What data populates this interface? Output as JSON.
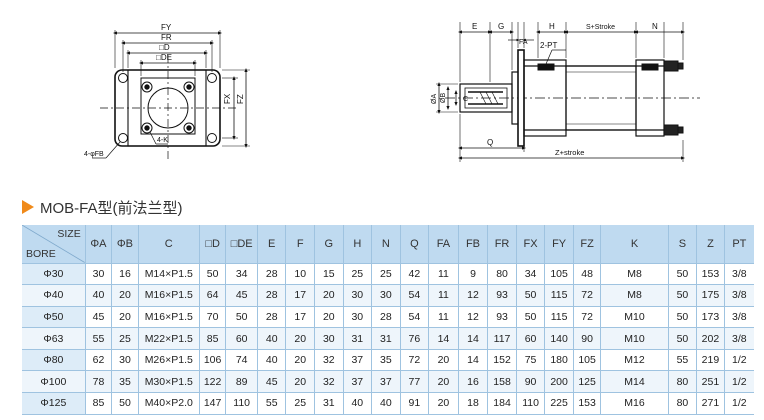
{
  "drawing": {
    "front_view": {
      "labels": {
        "fy": "FY",
        "fr": "FR",
        "d_sq": "□D",
        "de_sq": "□DE",
        "fx": "FX",
        "fz": "FZ",
        "fb_holes": "4-φFB",
        "k_threads": "4-K"
      }
    },
    "side_view": {
      "labels": {
        "e": "E",
        "g": "G",
        "h": "H",
        "s_stroke": "S+Stroke",
        "n": "N",
        "fa": "FA",
        "pt": "2-PT",
        "phi_a": "ØA",
        "phi_b": "ØB",
        "c": "C",
        "q": "Q",
        "z_stroke": "Z+stroke"
      }
    }
  },
  "section": {
    "title": "MOB-FA型(前法兰型)",
    "accent_color": "#f08a1a"
  },
  "table": {
    "corner_size": "SIZE",
    "corner_bore": "BORE",
    "header_color": "#bfdaf0",
    "headers": [
      "ΦA",
      "ΦB",
      "C",
      "□D",
      "□DE",
      "E",
      "F",
      "G",
      "H",
      "N",
      "Q",
      "FA",
      "FB",
      "FR",
      "FX",
      "FY",
      "FZ",
      "K",
      "S",
      "Z",
      "PT"
    ],
    "rows": [
      [
        "Φ30",
        "30",
        "16",
        "M14×P1.5",
        "50",
        "34",
        "28",
        "10",
        "15",
        "25",
        "25",
        "42",
        "11",
        "9",
        "80",
        "34",
        "105",
        "48",
        "M8",
        "50",
        "153",
        "3/8"
      ],
      [
        "Φ40",
        "40",
        "20",
        "M16×P1.5",
        "64",
        "45",
        "28",
        "17",
        "20",
        "30",
        "30",
        "54",
        "11",
        "12",
        "93",
        "50",
        "115",
        "72",
        "M8",
        "50",
        "175",
        "3/8"
      ],
      [
        "Φ50",
        "45",
        "20",
        "M16×P1.5",
        "70",
        "50",
        "28",
        "17",
        "20",
        "30",
        "28",
        "54",
        "11",
        "12",
        "93",
        "50",
        "115",
        "72",
        "M10",
        "50",
        "173",
        "3/8"
      ],
      [
        "Φ63",
        "55",
        "25",
        "M22×P1.5",
        "85",
        "60",
        "40",
        "20",
        "30",
        "31",
        "31",
        "76",
        "14",
        "14",
        "117",
        "60",
        "140",
        "90",
        "M10",
        "50",
        "202",
        "3/8"
      ],
      [
        "Φ80",
        "62",
        "30",
        "M26×P1.5",
        "106",
        "74",
        "40",
        "20",
        "32",
        "37",
        "35",
        "72",
        "20",
        "14",
        "152",
        "75",
        "180",
        "105",
        "M12",
        "55",
        "219",
        "1/2"
      ],
      [
        "Φ100",
        "78",
        "35",
        "M30×P1.5",
        "122",
        "89",
        "45",
        "20",
        "32",
        "37",
        "37",
        "77",
        "20",
        "16",
        "158",
        "90",
        "200",
        "125",
        "M14",
        "80",
        "251",
        "1/2"
      ],
      [
        "Φ125",
        "85",
        "50",
        "M40×P2.0",
        "147",
        "110",
        "55",
        "25",
        "31",
        "40",
        "40",
        "91",
        "20",
        "18",
        "184",
        "110",
        "225",
        "153",
        "M16",
        "80",
        "271",
        "1/2"
      ]
    ]
  }
}
